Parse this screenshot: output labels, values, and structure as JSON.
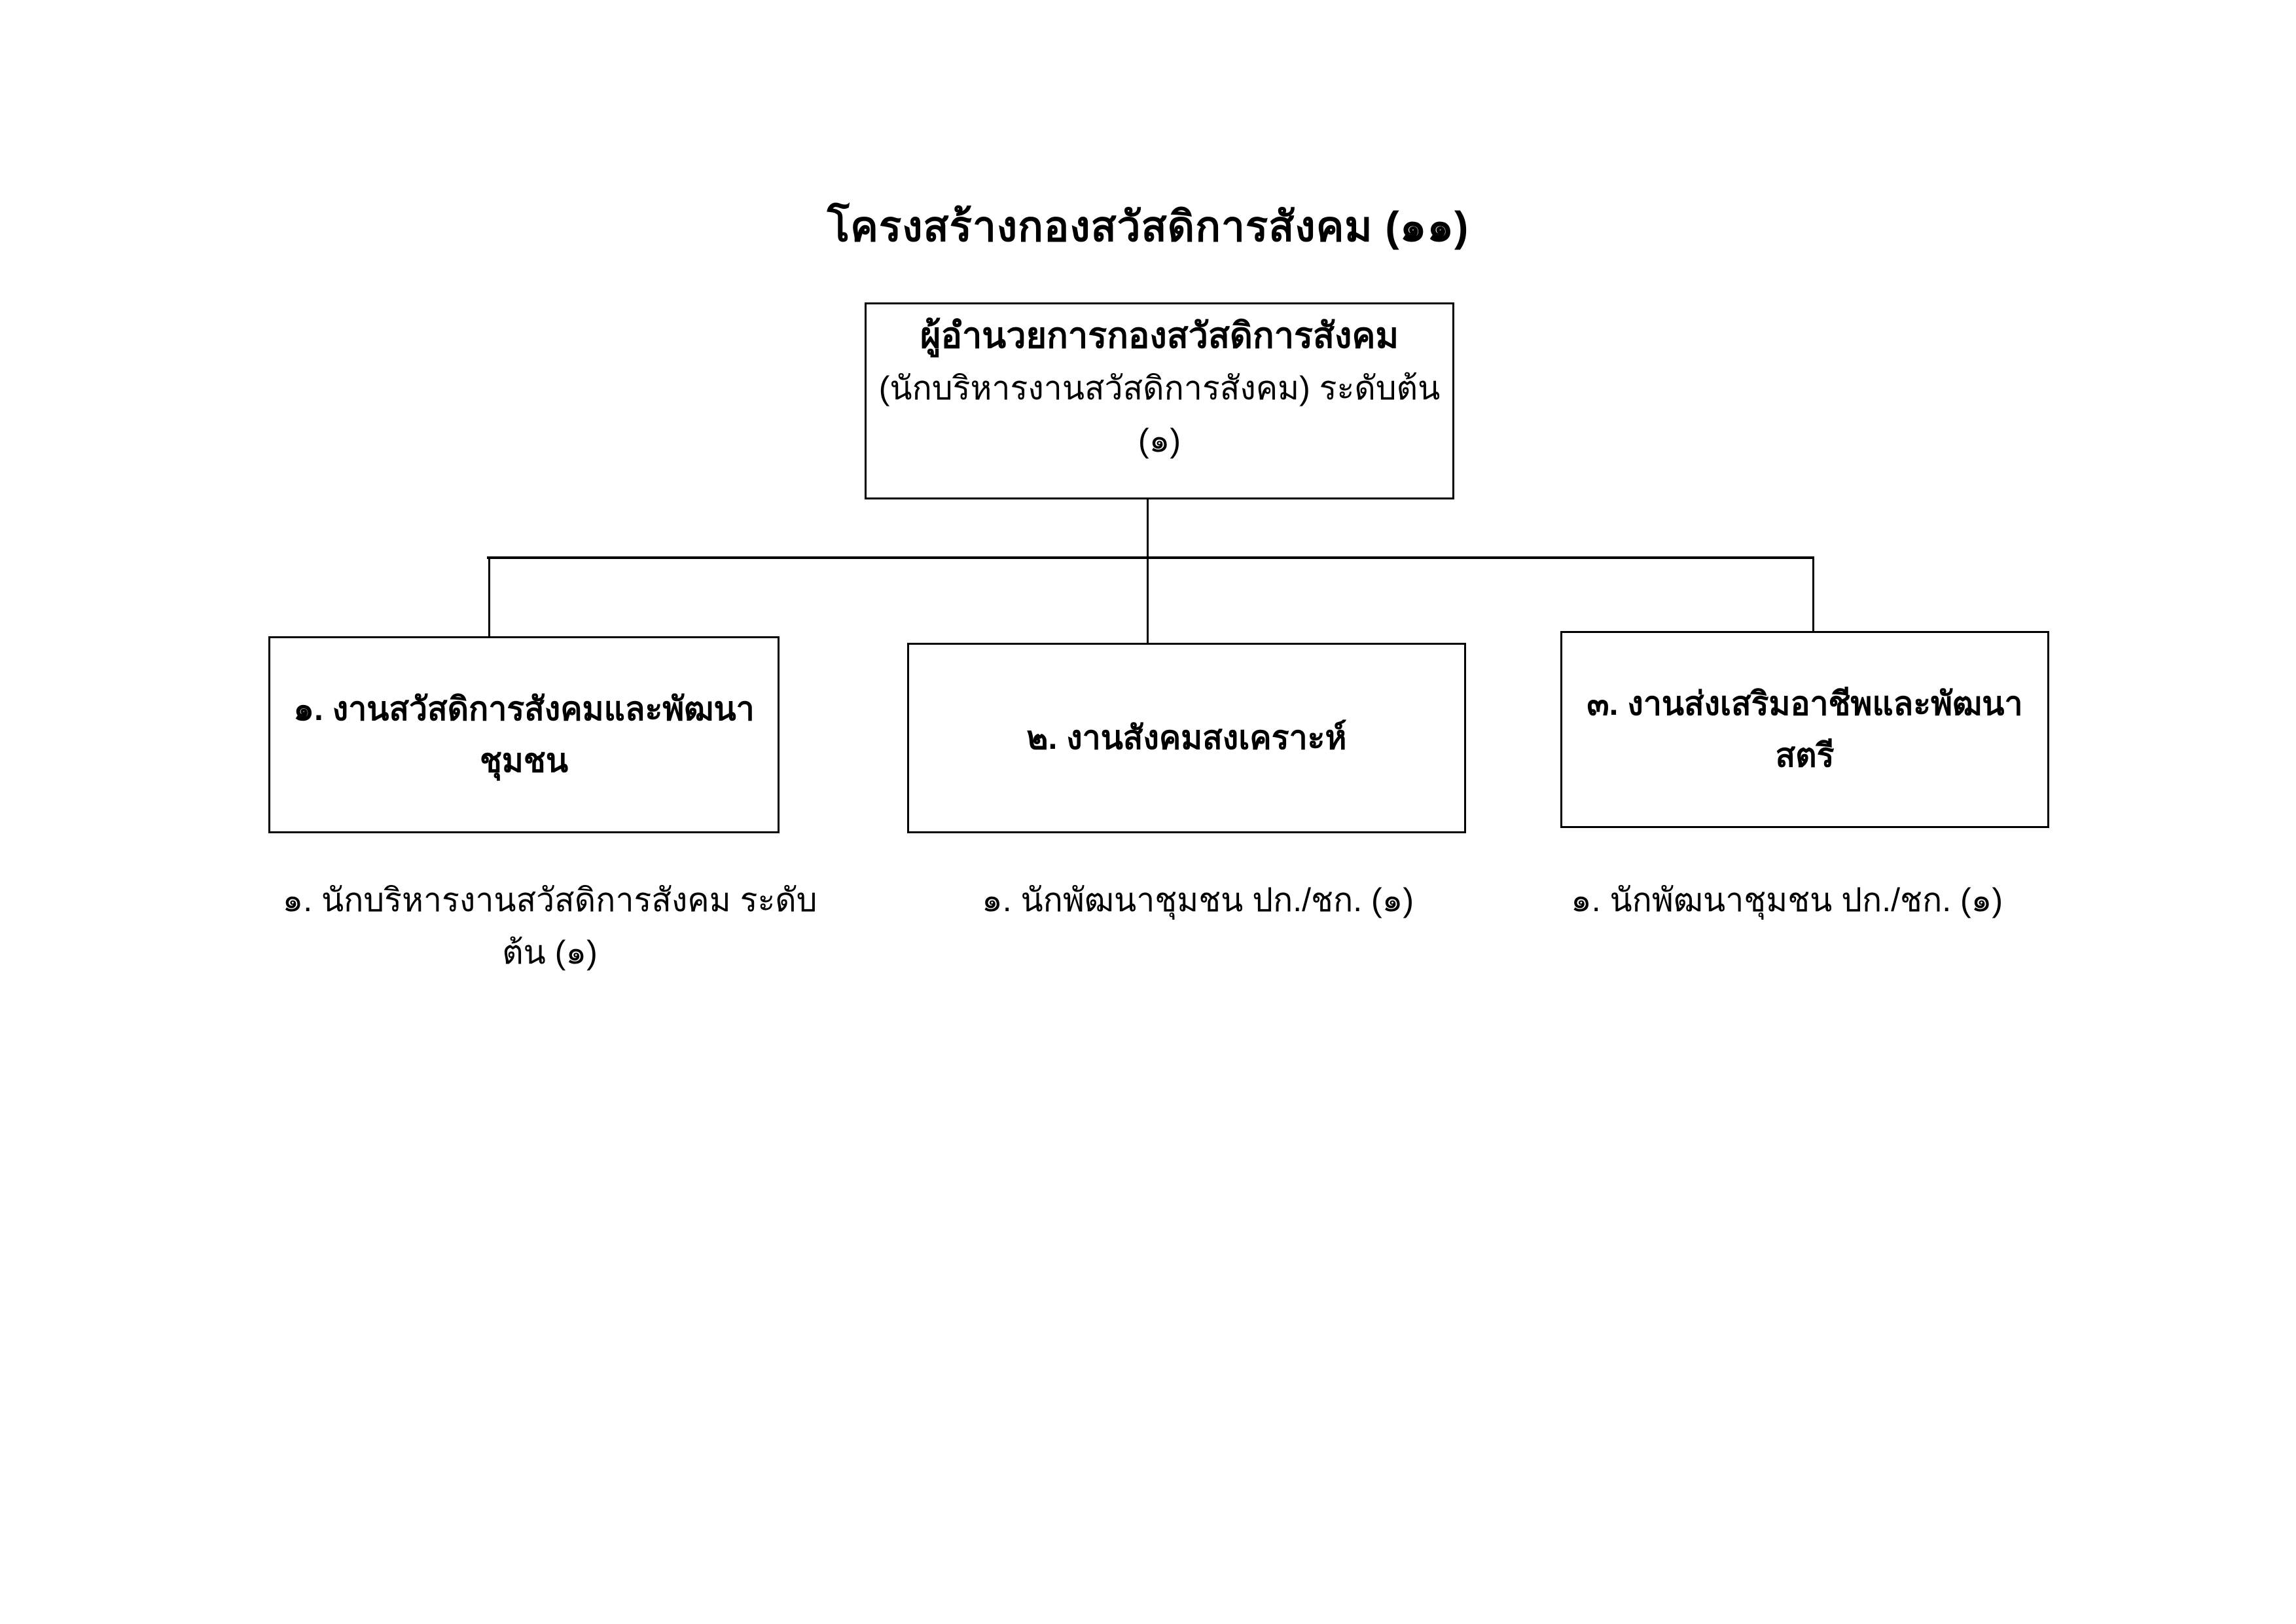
{
  "title": "โครงสร้างกองสวัสดิการสังคม (๑๑)",
  "root": {
    "name": "ผู้อำนวยการกองสวัสดิการสังคม",
    "position": "(นักบริหารงานสวัสดิการสังคม) ระดับต้น (๑)"
  },
  "sections": [
    {
      "label": "๑. งานสวัสดิการสังคมและพัฒนาชุมชน",
      "staff": "๑. นักบริหารงานสวัสดิการสังคม ระดับต้น (๑)"
    },
    {
      "label": "๒. งานสังคมสงเคราะห์",
      "staff": "๑. นักพัฒนาชุมชน ปก./ชก. (๑)"
    },
    {
      "label": "๓. งานส่งเสริมอาชีพและพัฒนาสตรี",
      "staff": "๑. นักพัฒนาชุมชน ปก./ชก. (๑)"
    }
  ],
  "colors": {
    "ink": "#000000",
    "background": "#ffffff"
  }
}
